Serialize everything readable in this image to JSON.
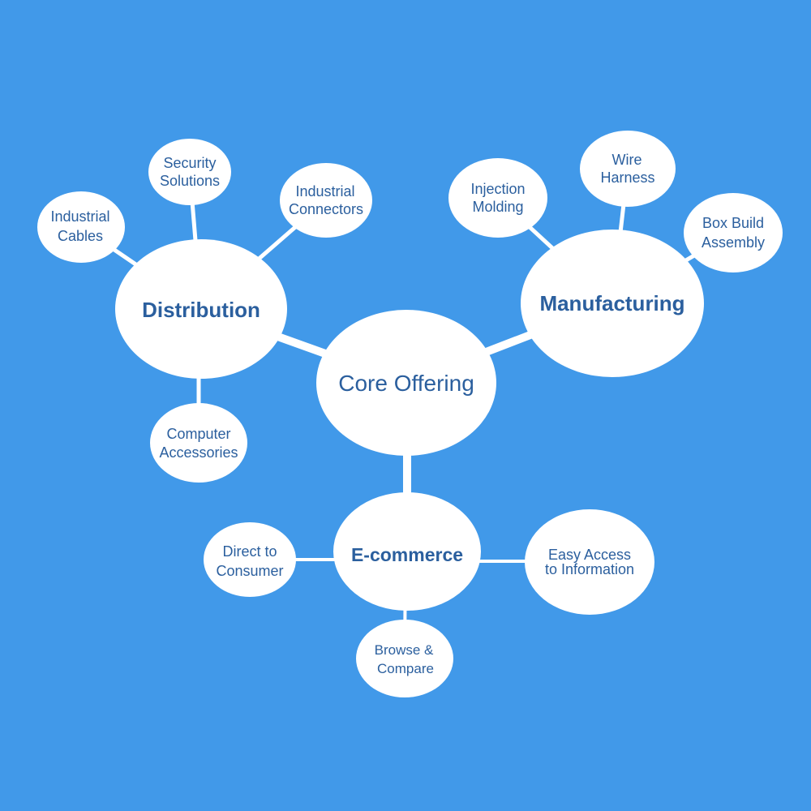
{
  "center": {
    "label": "Core Offering"
  },
  "branches": [
    {
      "label": "Distribution",
      "children": [
        {
          "lines": [
            "Industrial",
            "Cables"
          ]
        },
        {
          "lines": [
            "Security",
            "Solutions"
          ]
        },
        {
          "lines": [
            "Industrial",
            "Connectors"
          ]
        },
        {
          "lines": [
            "Computer",
            "Accessories"
          ]
        }
      ]
    },
    {
      "label": "Manufacturing",
      "children": [
        {
          "lines": [
            "Injection",
            "Molding"
          ]
        },
        {
          "lines": [
            "Wire",
            "Harness"
          ]
        },
        {
          "lines": [
            "Box Build",
            "Assembly"
          ]
        }
      ]
    },
    {
      "label": "E-commerce",
      "children": [
        {
          "lines": [
            "Direct to",
            "Consumer"
          ]
        },
        {
          "lines": [
            "Browse &",
            "Compare"
          ]
        },
        {
          "lines": [
            "Easy Access",
            "to Information"
          ]
        }
      ]
    }
  ],
  "colors": {
    "background": "#4199E9",
    "text": "#2B5F9E",
    "node": "#FFFFFF"
  }
}
